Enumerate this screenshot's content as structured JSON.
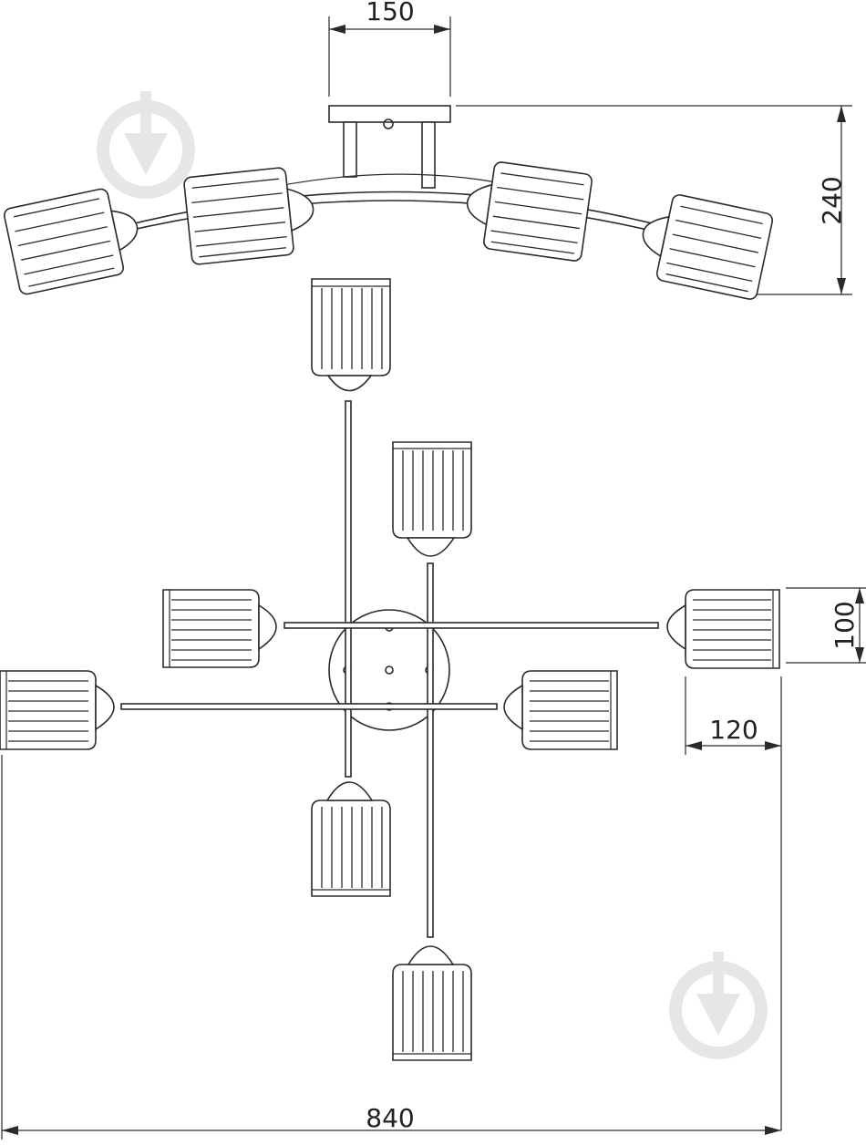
{
  "dimensions": {
    "canopy_width": "150",
    "height": "240",
    "shade_height": "100",
    "shade_width": "120",
    "overall_width": "840"
  },
  "watermark": {
    "icon": "download-logo-icon",
    "color": "#e6e6e6"
  },
  "line_color": "#2a2a2a"
}
